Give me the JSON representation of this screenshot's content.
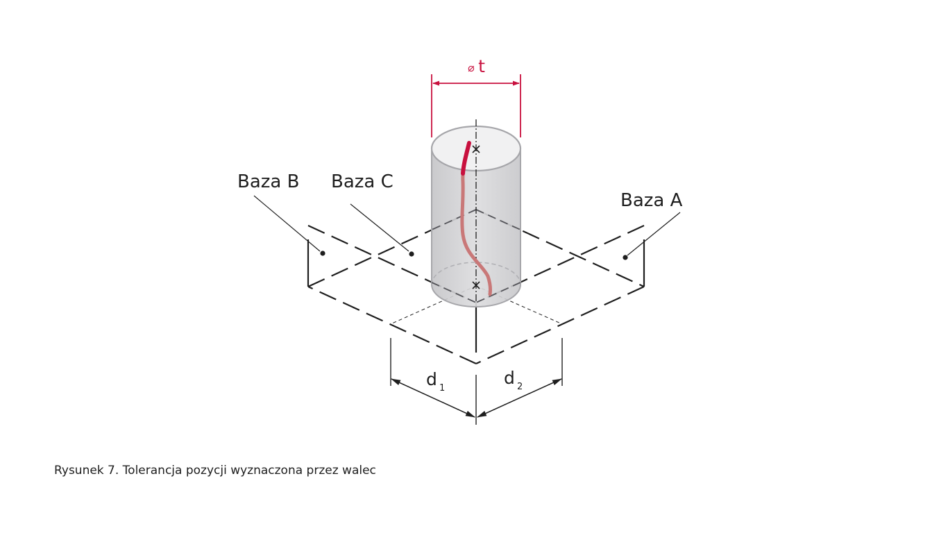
{
  "labels": {
    "diameter_symbol": "⌀",
    "diameter_var": "t",
    "datum_a": "Baza A",
    "datum_b": "Baza B",
    "datum_c": "Baza C",
    "d1_main": "d",
    "d1_sub": "1",
    "d2_main": "d",
    "d2_sub": "2"
  },
  "caption": "Rysunek 7. Tolerancja pozycji wyznaczona przez walec",
  "colors": {
    "accent": "#c8103e",
    "axis_curve": "#c97878",
    "line": "#1e1e1e",
    "cylinder_fill": "#d2d2d4",
    "cylinder_stroke": "#a6a6aa"
  }
}
